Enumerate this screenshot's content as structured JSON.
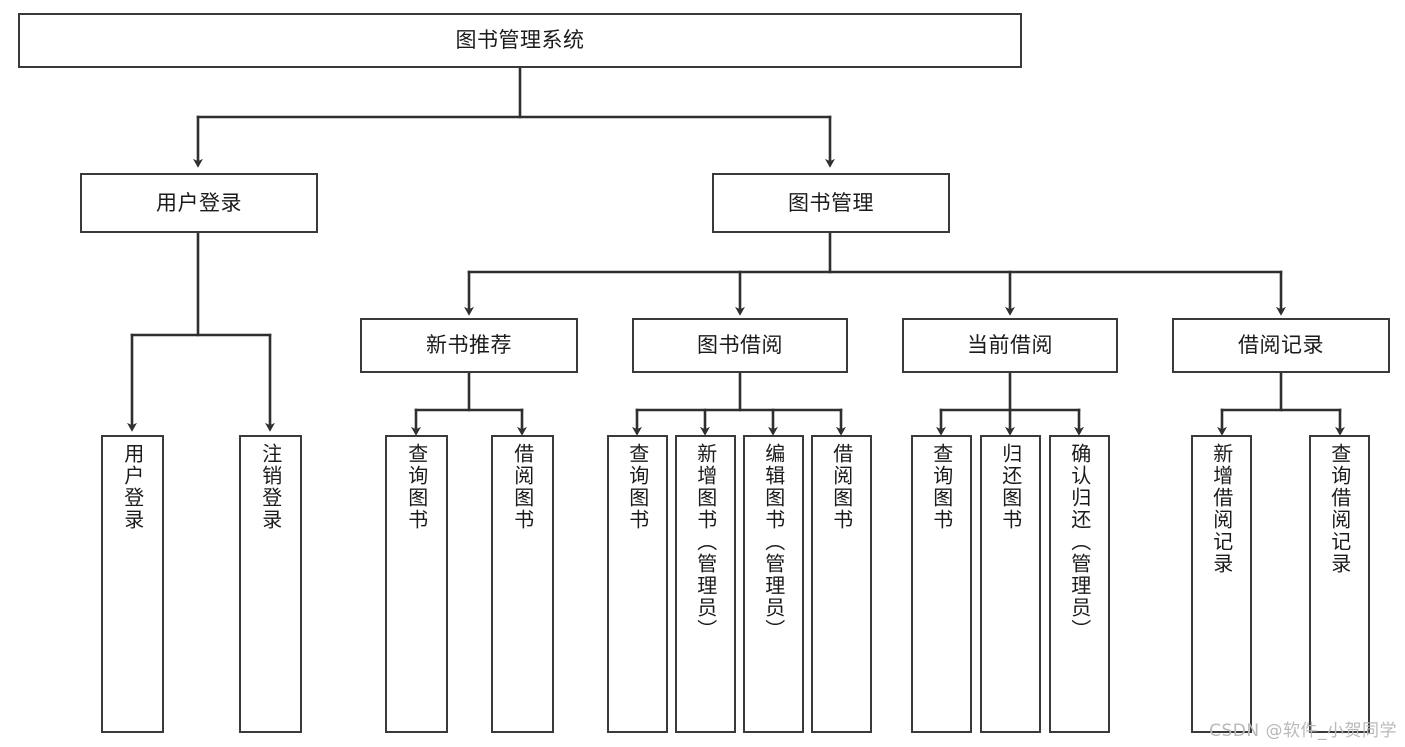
{
  "diagram": {
    "title": "图书管理系统",
    "type": "hierarchy-tree",
    "levels": 4,
    "watermark": "CSDN @软件_小贺同学",
    "colors": {
      "box_border": "#3a3a3a",
      "box_fill": "#ffffff",
      "connector": "#2f2f2f",
      "text": "#1b1b1b",
      "watermark": "#b9b9b9"
    },
    "root": {
      "label": "图书管理系统"
    },
    "level2": [
      {
        "label": "用户登录"
      },
      {
        "label": "图书管理"
      }
    ],
    "level3": [
      {
        "label": "新书推荐"
      },
      {
        "label": "图书借阅"
      },
      {
        "label": "当前借阅"
      },
      {
        "label": "借阅记录"
      }
    ],
    "leaves": {
      "user_login": [
        {
          "label": "用户登录"
        },
        {
          "label": "注销登录"
        }
      ],
      "new_book_recommend": [
        {
          "label": "查询图书"
        },
        {
          "label": "借阅图书"
        }
      ],
      "book_borrow": [
        {
          "label": "查询图书"
        },
        {
          "label": "新增图书（管理员）"
        },
        {
          "label": "编辑图书（管理员）"
        },
        {
          "label": "借阅图书"
        }
      ],
      "current_borrow": [
        {
          "label": "查询图书"
        },
        {
          "label": "归还图书"
        },
        {
          "label": "确认归还（管理员）"
        }
      ],
      "borrow_record": [
        {
          "label": "新增借阅记录"
        },
        {
          "label": "查询借阅记录"
        }
      ]
    }
  }
}
